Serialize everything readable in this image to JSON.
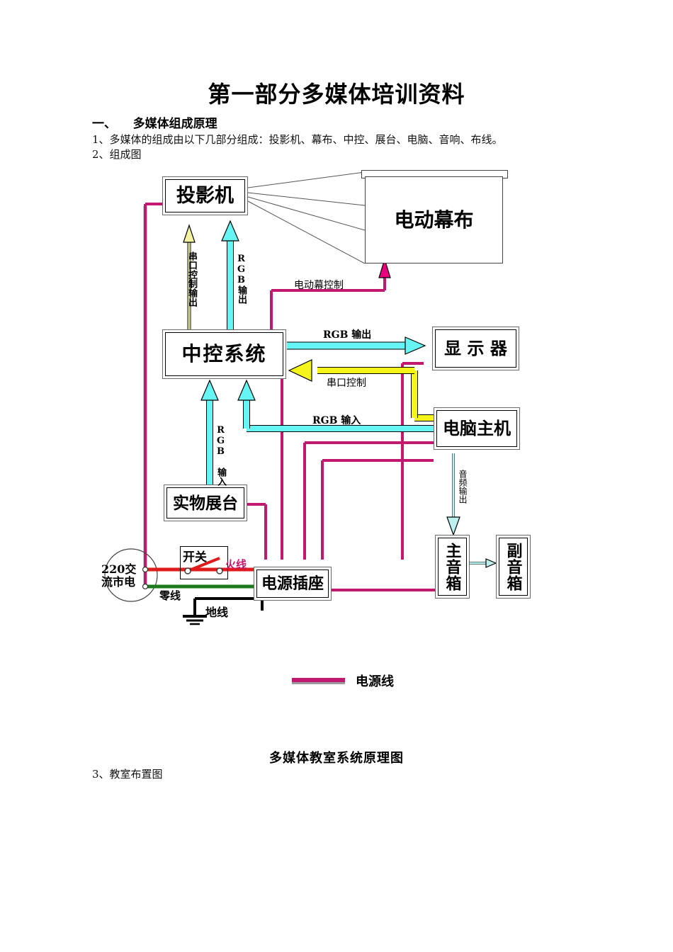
{
  "document": {
    "title": "第一部分多媒体培训资料",
    "section_heading": "一、    多媒体组成原理",
    "para1": "1、多媒体的组成由以下几部分组成：投影机、幕布、中控、展台、电脑、音响、布线。",
    "para2": "2、组成图",
    "para3": "3、教室布置图",
    "figure_caption": "多媒体教室系统原理图"
  },
  "diagram": {
    "nodes": {
      "projector": "投影机",
      "screen": "电动幕布",
      "central_control": "中控系统",
      "monitor": "显 示 器",
      "computer": "电脑主机",
      "visualizer": "实物展台",
      "main_speaker": "主音箱",
      "sub_speaker": "副音箱",
      "power_socket": "电源插座",
      "switch": "开关",
      "mains": "220交\n流市电"
    },
    "wire_labels": {
      "serial_ctrl_out": "串口控制输出",
      "rgb_out_projector": "RGB输出",
      "screen_ctrl": "电动幕控制",
      "rgb_out_monitor": "RGB 输出",
      "serial_ctrl": "串口控制",
      "rgb_in_pc": "RGB 输入",
      "rgb_in_visualizer": "RGB 输入",
      "audio_out": "音频输出",
      "live_wire": "火线",
      "neutral_wire": "零线",
      "ground_wire": "地线"
    },
    "legend": {
      "power_line": "电源线"
    },
    "colors": {
      "power_line": "#C2186F",
      "rgb_cyan": "#66F5F5",
      "serial_yellow": "#F5F51A",
      "serial_olive": "#C8C88C",
      "live_red": "#E01B1B",
      "neutral_green": "#1C7A1C",
      "ground_black": "#000000",
      "box_border": "#000000",
      "screen_magenta": "#E6007E"
    }
  }
}
